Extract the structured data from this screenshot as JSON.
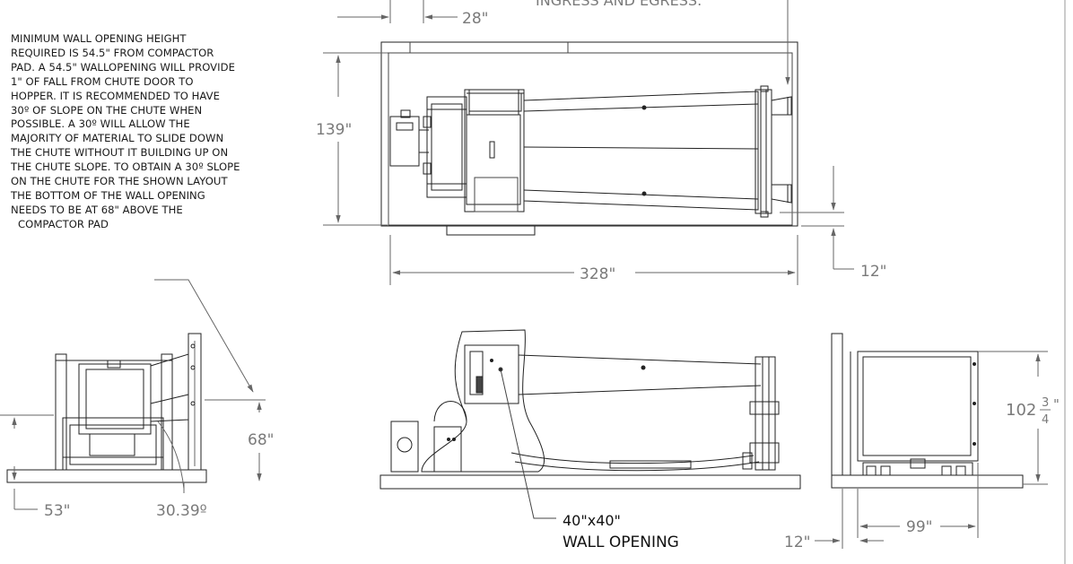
{
  "note": {
    "lines": [
      "MINIMUM WALL OPENING HEIGHT",
      "REQUIRED IS 54.5\" FROM COMPACTOR",
      "PAD. A 54.5\" WALLOPENING WILL PROVIDE",
      "1\" OF FALL FROM CHUTE DOOR TO",
      "HOPPER. IT IS RECOMMENDED TO HAVE",
      "30º OF SLOPE ON THE CHUTE WHEN",
      "POSSIBLE. A 30º WILL ALLOW THE",
      "MAJORITY OF MATERIAL TO SLIDE DOWN",
      "THE CHUTE WITHOUT IT BUILDING UP ON",
      "THE CHUTE SLOPE. TO OBTAIN A 30º SLOPE",
      "ON THE CHUTE FOR THE SHOWN LAYOUT",
      "THE BOTTOM OF THE WALL OPENING",
      "NEEDS TO BE AT 68\" ABOVE THE",
      "COMPACTOR PAD"
    ]
  },
  "top_text": "INGRESS AND EGRESS.",
  "dims": {
    "d28": "28\"",
    "d139": "139\"",
    "d328": "328\"",
    "d12_top": "12\"",
    "d68": "68\"",
    "d53": "53\"",
    "d30": "30.39º",
    "d102_whole": "102",
    "d102_num": "3",
    "d102_den": "4",
    "d102_inch": "\"",
    "d99": "99\"",
    "d12_bottom": "12\""
  },
  "wall_opening": {
    "size": "40\"x40\"",
    "label": "WALL OPENING"
  }
}
